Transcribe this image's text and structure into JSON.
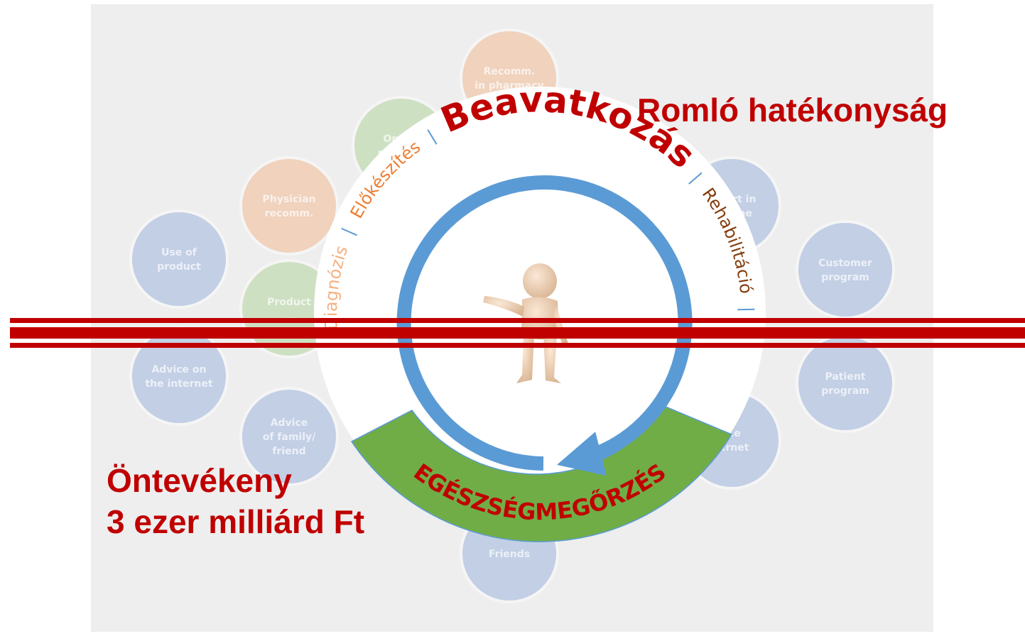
{
  "background_bubbles": [
    {
      "label_lines": [
        "Recomm.",
        "in pharmacy"
      ],
      "color": "#f4b183"
    },
    {
      "label_lines": [
        "Online",
        "pharm..."
      ],
      "color": "#a9d18e"
    },
    {
      "label_lines": [
        "Physician",
        "recomm."
      ],
      "color": "#f4b183"
    },
    {
      "label_lines": [
        "Use of",
        "product"
      ],
      "color": "#8faadc"
    },
    {
      "label_lines": [
        "Product",
        "..."
      ],
      "color": "#a9d18e"
    },
    {
      "label_lines": [
        "Advice on",
        "the internet"
      ],
      "color": "#8faadc"
    },
    {
      "label_lines": [
        "Advice",
        "of family/",
        "friend"
      ],
      "color": "#8faadc"
    },
    {
      "label_lines": [
        "Friends"
      ],
      "color": "#8faadc"
    },
    {
      "label_lines": [
        "...port in",
        "...azine"
      ],
      "color": "#8faadc"
    },
    {
      "label_lines": [
        "Customer",
        "program"
      ],
      "color": "#8faadc"
    },
    {
      "label_lines": [
        "Patient",
        "program"
      ],
      "color": "#8faadc"
    },
    {
      "label_lines": [
        "...e",
        "...rnet"
      ],
      "color": "#8faadc"
    }
  ],
  "cycle": {
    "stages": [
      {
        "text": "Diagnózis",
        "color": "#f4b183"
      },
      {
        "text": "Előkészítés",
        "color": "#ed7d31"
      },
      {
        "text": "Beavatkozás",
        "color": "#c00000"
      },
      {
        "text": "Rehabilitáció",
        "color": "#843c0c"
      }
    ],
    "separator": "|",
    "separator_color": "#5b9bd5",
    "base_label": "EGÉSZSÉGMEGŐRZÉS",
    "base_label_color": "#c00000",
    "base_band_color": "#70ad47",
    "arrow_color": "#5b9bd5",
    "strike_color": "#c00000"
  },
  "callouts": {
    "right": "Romló hatékonyság",
    "left_line1": "Öntevékeny",
    "left_line2": "3 ezer milliárd Ft"
  }
}
